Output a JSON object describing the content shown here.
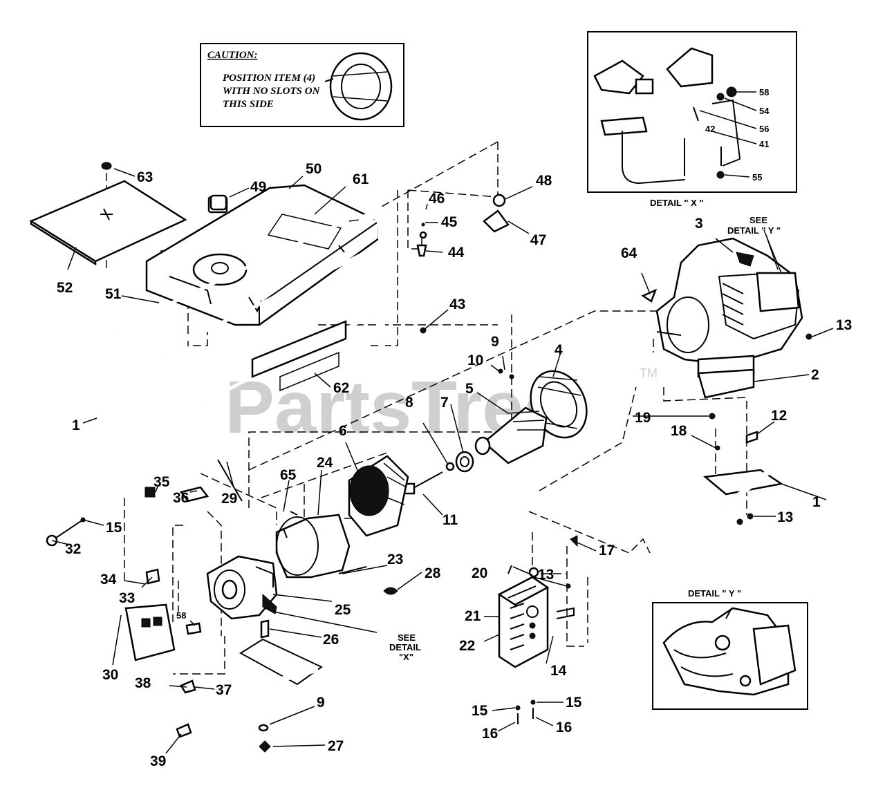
{
  "watermark": {
    "text": "PartsTree",
    "trademark": "TM"
  },
  "caution": {
    "title": "CAUTION:",
    "line1": "POSITION ITEM (4)",
    "line2": "WITH NO SLOTS ON",
    "line3": "THIS   SIDE"
  },
  "details": {
    "x_title": "DETAIL  \" X \"",
    "y_title": "DETAIL  \" Y \"",
    "see_detail_y_1": "SEE",
    "see_detail_y_2": "DETAIL \" Y \"",
    "see_detail_x_1": "SEE",
    "see_detail_x_2": "DETAIL",
    "see_detail_x_3": "\"X\""
  },
  "callouts": {
    "c63": "63",
    "c50": "50",
    "c49": "49",
    "c61": "61",
    "c52": "52",
    "c51": "51",
    "c48": "48",
    "c46": "46",
    "c45": "45",
    "c47": "47",
    "c44": "44",
    "c43": "43",
    "c62": "62",
    "c1a": "1",
    "c1b": "1",
    "c9a": "9",
    "c10": "10",
    "c4": "4",
    "c5": "5",
    "c8": "8",
    "c7": "7",
    "c6": "6",
    "c11": "11",
    "c24": "24",
    "c65": "65",
    "c29": "29",
    "c35": "35",
    "c36": "36",
    "c15a": "15",
    "c32": "32",
    "c34": "34",
    "c33": "33",
    "c23": "23",
    "c28": "28",
    "c25": "25",
    "c26": "26",
    "c58b": "58",
    "c30": "30",
    "c38": "38",
    "c37": "37",
    "c39": "39",
    "c9b": "9",
    "c27": "27",
    "c3": "3",
    "c64": "64",
    "c13a": "13",
    "c2": "2",
    "c19": "19",
    "c12": "12",
    "c18": "18",
    "c13b": "13",
    "c20": "20",
    "c17": "17",
    "c13c": "13",
    "c21": "21",
    "c22": "22",
    "c14": "14",
    "c15b": "15",
    "c15c": "15",
    "c16a": "16",
    "c16b": "16",
    "d58": "58",
    "d54": "54",
    "d56": "56",
    "d42": "42",
    "d41": "41",
    "d55": "55"
  }
}
